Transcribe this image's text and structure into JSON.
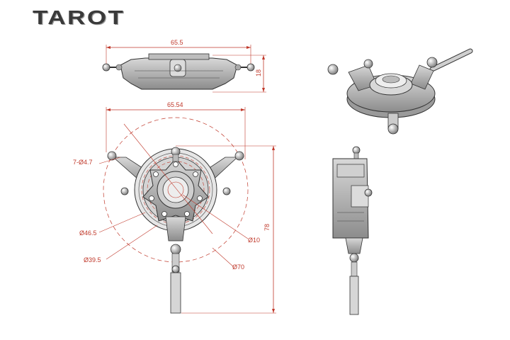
{
  "brand": {
    "name": "TAROT"
  },
  "dimensions": {
    "top_width": "65.5",
    "top_height": "18",
    "plan_width": "65.54",
    "holes": "7-Ø4.7",
    "dia_46": "Ø46.5",
    "dia_39": "Ø39.5",
    "dia_10": "Ø10",
    "dia_70": "Ø70",
    "height_78": "78"
  },
  "colors": {
    "dimension": "#c0392b",
    "line": "#333333",
    "part": "#8a8a8a"
  }
}
